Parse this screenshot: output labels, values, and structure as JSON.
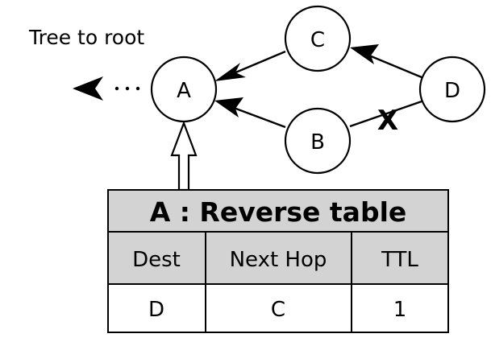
{
  "caption": "Tree to root",
  "nodes": [
    {
      "id": "A",
      "label": "A"
    },
    {
      "id": "B",
      "label": "B"
    },
    {
      "id": "C",
      "label": "C"
    },
    {
      "id": "D",
      "label": "D"
    }
  ],
  "edges": [
    {
      "from": "C",
      "to": "A",
      "broken": false
    },
    {
      "from": "B",
      "to": "A",
      "broken": false
    },
    {
      "from": "D",
      "to": "C",
      "broken": false
    },
    {
      "from": "D",
      "to": "B",
      "broken": true
    }
  ],
  "broken_marker": "X",
  "table": {
    "title": "A : Reverse table",
    "columns": [
      "Dest",
      "Next Hop",
      "TTL"
    ],
    "rows": [
      [
        "D",
        "C",
        "1"
      ]
    ]
  },
  "colors": {
    "stroke": "#000000",
    "table_header_fill": "#d3d3d3",
    "background": "#ffffff"
  }
}
